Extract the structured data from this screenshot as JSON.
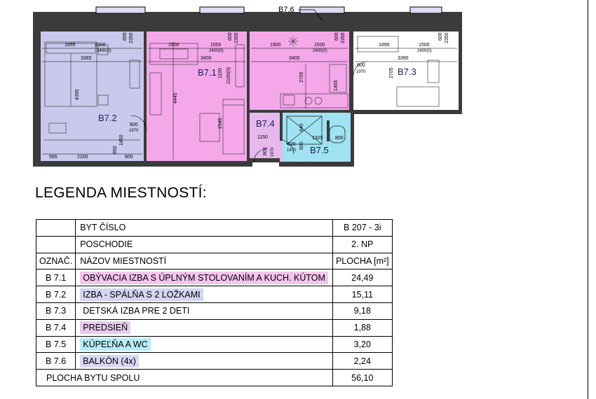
{
  "plan": {
    "rooms": [
      {
        "id": "b72",
        "label": "B7.2",
        "color": "#c9c9ee"
      },
      {
        "id": "b71",
        "label": "B7.1",
        "color": "#f4a8ea"
      },
      {
        "id": "b73",
        "label": "B7.3",
        "color": "#ffffff"
      },
      {
        "id": "b74",
        "label": "B7.4",
        "color": "#e6b8ee"
      },
      {
        "id": "b75",
        "label": "B7.5",
        "color": "#9fe3f3"
      }
    ],
    "balcony_label": "B7.6",
    "dimensions": {
      "b72_top_left": "1855",
      "b72_top_mid": "1500",
      "b72_top_small": "2400(0)",
      "b72_top_r1": "600",
      "b72_top_r2": "2350",
      "b72_width": "3365",
      "b72_height": "4395",
      "b72_door_w": "800",
      "b72_door_h": "1970",
      "b72_bottom_left": "565",
      "b72_bottom_mid": "2200",
      "b72_bottom_right": "600",
      "b72_bottom_v1": "650",
      "b72_bottom_v2": "1450",
      "b71_top_left": "1900",
      "b71_top_mid": "1500",
      "b71_top_small": "2400(0)",
      "b71_top_r1": "600",
      "b71_top_r2": "2350",
      "b71_width": "3400",
      "b71_v1": "1100",
      "b71_v2": "2100(0)",
      "b71_height": "4445",
      "b71_lower": "2545",
      "b71k_top_left": "1900",
      "b71k_top_mid": "1500",
      "b71k_top_small": "2400(0)",
      "b71k_top_r1": "600",
      "b71k_top_r2": "2350",
      "b71k_width": "3400",
      "b71k_v1": "2705",
      "b71k_v2": "1455",
      "b73_top_left": "1890",
      "b73_top_mid": "1500",
      "b73_top_small": "2400(0)",
      "b73_top_r1": "600",
      "b73_top_r2": "2350",
      "b73_width": "3390",
      "b73_door_w": "800",
      "b73_door_h": "1970",
      "b73_height": "2705",
      "b74_width": "1150",
      "b74_door_w": "800",
      "b74_door_h": "1970",
      "b75_v1": "840",
      "b75_width": "1325",
      "b75_right": "800",
      "b75_door_w": "620",
      "b75_door_h": "1970",
      "b75_v2": "600"
    }
  },
  "legend": {
    "title": "LEGENDA MIESTNOSTÍ:",
    "byt_cislo_label": "BYT ČÍSLO",
    "byt_cislo_value": "B 207 - 3i",
    "poschodie_label": "POSCHODIE",
    "poschodie_value": "2. NP",
    "col_oznac": "OZNAČ.",
    "col_nazov": "NÁZOV MIESTNOSTÍ",
    "col_plocha": "PLOCHA [m²]",
    "rows": [
      {
        "id": "B 7.1",
        "name": "OBÝVACIA IZBA S ÚPLNÝM STOLOVANÍM A KUCH. KÚTOM",
        "area": "24,49",
        "color": "#f5c4ee"
      },
      {
        "id": "B 7.2",
        "name": "IZBA - SPÁLŇA S 2 LOŽKAMI",
        "area": "15,11",
        "color": "#d4d5f1"
      },
      {
        "id": "B 7.3",
        "name": "DETSKÁ IZBA PRE 2 DETI",
        "area": "9,18",
        "color": "#ffffff"
      },
      {
        "id": "B 7.4",
        "name": "PREDSIEŇ",
        "area": "1,88",
        "color": "#e7cbee"
      },
      {
        "id": "B 7.5",
        "name": "KÚPEĽŇA A WC",
        "area": "3,20",
        "color": "#b8ecf6"
      },
      {
        "id": "B 7.6",
        "name": "BALKÓN (4x)",
        "area": "2,24",
        "color": "#dad7f4"
      }
    ],
    "total_label": "PLOCHA BYTU SPOLU",
    "total_value": "56,10"
  }
}
